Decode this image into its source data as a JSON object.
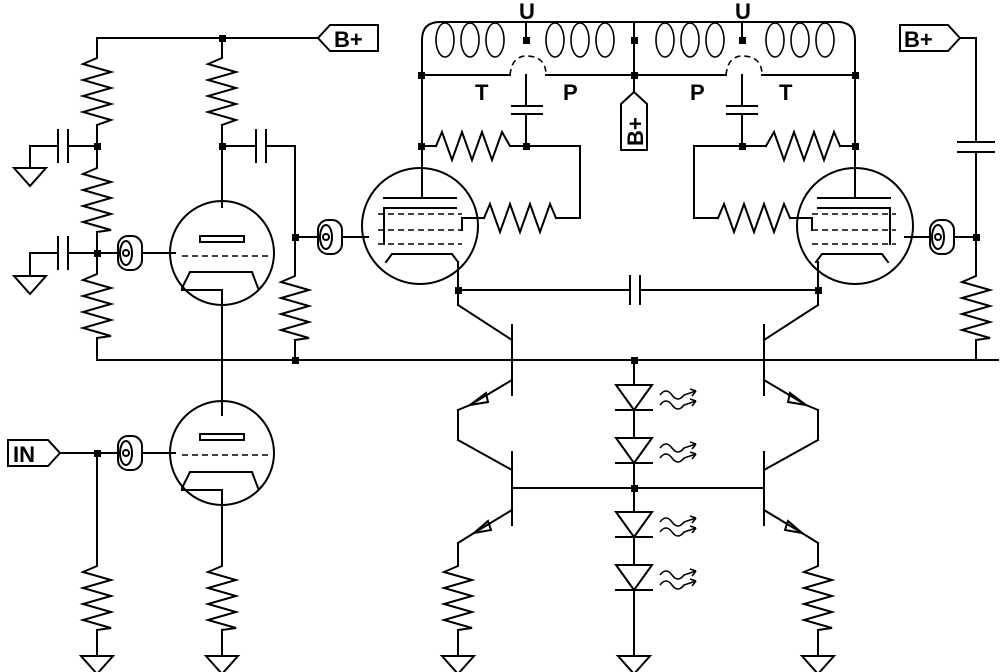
{
  "labels": {
    "bplus": "B+",
    "input": "IN",
    "u": "U",
    "t": "T",
    "p": "P"
  }
}
